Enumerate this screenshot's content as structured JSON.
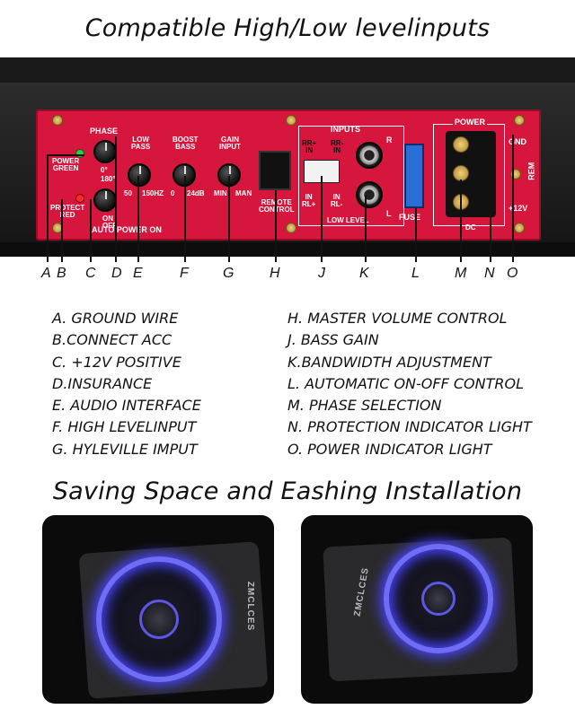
{
  "titles": {
    "top": "Compatible High/Low levelinputs",
    "bottom": "Saving Space and Eashing Installation"
  },
  "panel": {
    "phase": "PHASE",
    "deg0": "0°",
    "deg180": "180°",
    "low_pass": "LOW\nPASS",
    "boost_bass": "BOOST\nBASS",
    "gain_input": "GAIN\nINPUT",
    "lp_min": "50",
    "lp_max": "150HZ",
    "bb_min": "0",
    "bb_max": "24dB",
    "gi_min": "MIN",
    "gi_max": "MAN",
    "power_green": "POWER\nGREEN",
    "protect_red": "PROTECT\nRED",
    "on": "ON",
    "off": "OFF",
    "auto_power_on": "AUTO POWER ON",
    "remote_control": "REMOTE\nCONTROL",
    "inputs": "INPUTS",
    "rr_plus_in": "RR+\nIN",
    "rr_minus_in": "RR-\nIN",
    "in_rl_plus": "IN\nRL+",
    "in_rl_minus": "IN\nRL-",
    "r": "R",
    "l": "L",
    "low_level": "LOW LEVEL",
    "fuse": "FUSE",
    "power": "POWER",
    "gnd": "GND",
    "rem": "REM",
    "plus12v": "+12V",
    "dc": "DC"
  },
  "letters": [
    "A",
    "B",
    "C",
    "D",
    "E",
    "F",
    "G",
    "H",
    "J",
    "K",
    "L",
    "M",
    "N",
    "O"
  ],
  "legend_left": [
    "A. GROUND WIRE",
    "B.CONNECT ACC",
    "C. +12V POSITIVE",
    "D.INSURANCE",
    "E. AUDIO INTERFACE",
    "F. HIGH LEVELINPUT",
    "G. HYLEVILLE IMPUT"
  ],
  "legend_right": [
    "H. MASTER VOLUME CONTROL",
    "J. BASS GAIN",
    "K.BANDWIDTH ADJUSTMENT",
    "L. AUTOMATIC ON-OFF CONTROL",
    "M. PHASE SELECTION",
    "N. PROTECTION INDICATOR LIGHT",
    "O. POWER INDICATOR LIGHT"
  ],
  "brand": "ZMCLCES",
  "colors": {
    "panel_red": "#d6163d",
    "led_green": "#2ecc40",
    "led_red": "#ff2a2a",
    "glow_blue": "#6f6cf6"
  }
}
